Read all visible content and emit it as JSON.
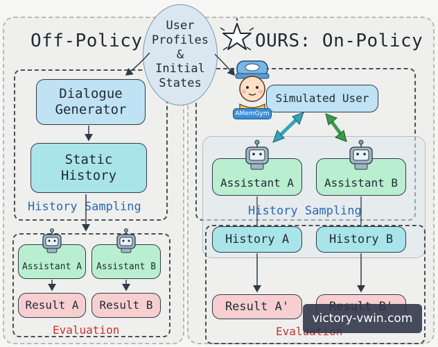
{
  "center": {
    "profiles": [
      "User",
      "Profiles",
      "&",
      "Initial",
      "States"
    ]
  },
  "left": {
    "title": "Off-Policy",
    "dialogue_generator": [
      "Dialogue",
      "Generator"
    ],
    "static_history": [
      "Static",
      "History"
    ],
    "sampling": "History Sampling",
    "assistant_a": "Assistant A",
    "assistant_b": "Assistant B",
    "result_a": "Result A",
    "result_b": "Result B",
    "evaluation": "Evaluation"
  },
  "right": {
    "title": "OURS: On-Policy",
    "simulated_user": "Simulated User",
    "badge": "AMemGym",
    "assistant_a": "Assistant A",
    "assistant_b": "Assistant B",
    "sampling": "History Sampling",
    "history_a": "History A",
    "history_b": "History B",
    "result_a": "Result A'",
    "result_b": "Result B'",
    "evaluation": "Evaluation"
  },
  "watermark": "victory-vwin.com",
  "colors": {
    "blue_box": "#bfe2f5",
    "teal_box": "#a9e4e8",
    "green_box": "#b9efd0",
    "pink_box": "#f7cfd1",
    "sampling_text": "#2b66b6",
    "evaluation_text": "#c8322c",
    "arrow_teal": "#33a3b8",
    "arrow_green": "#3b9a4b"
  },
  "icons": [
    "star-outline-icon",
    "robot-icon",
    "user-avatar-icon"
  ]
}
